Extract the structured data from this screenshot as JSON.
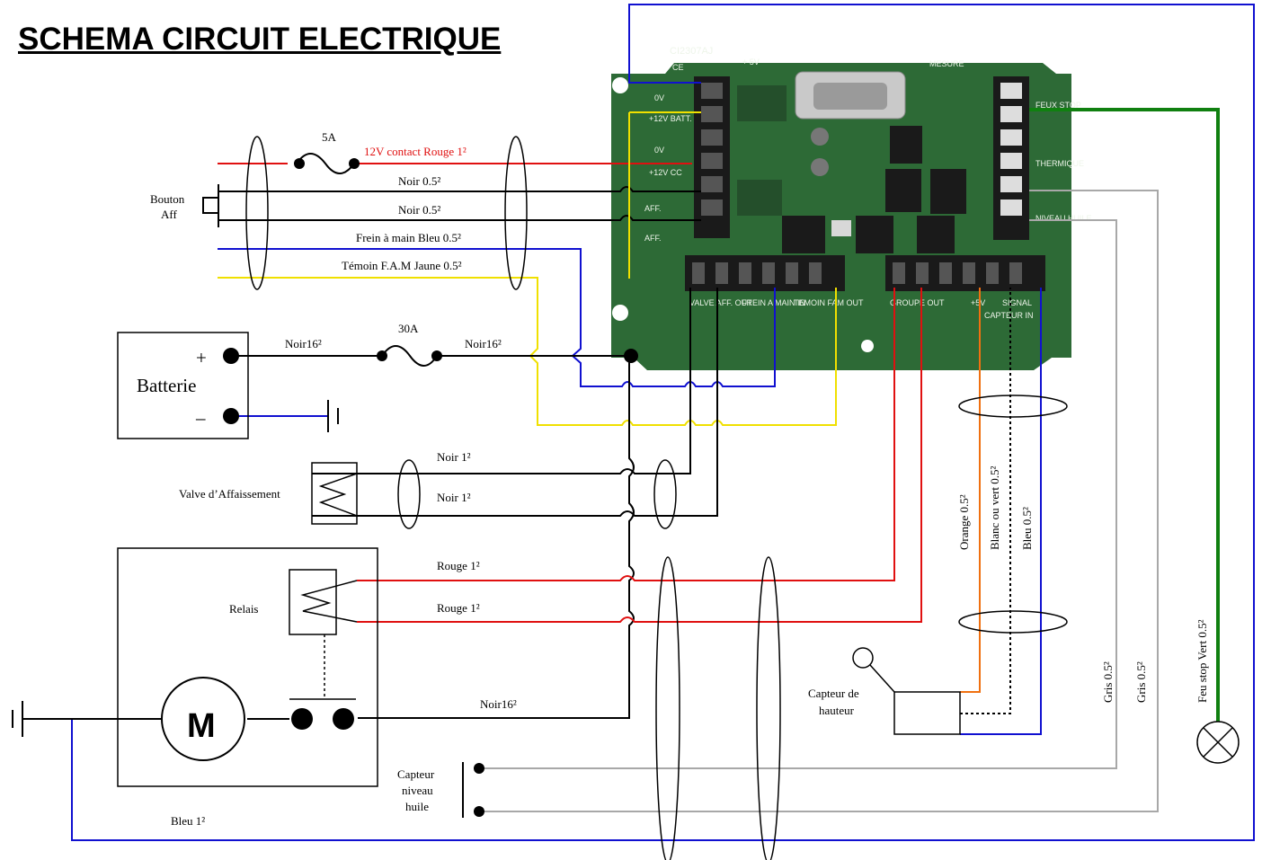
{
  "title": "SCHEMA CIRCUIT ELECTRIQUE",
  "colors": {
    "red": "#e01010",
    "black": "#000000",
    "blue": "#1010d0",
    "yellow": "#f0e000",
    "orange": "#f07010",
    "green": "#108010",
    "grey": "#a8a8a8",
    "pcb": "#2d6a36"
  },
  "board": {
    "model": "CI2307AJ",
    "ce": "CE",
    "plus5v": "+ 5V",
    "mesure": "MESURE",
    "left_labels": [
      "0V",
      "+12V BATT.",
      "0V",
      "+12V CC",
      "AFF.",
      "AFF."
    ],
    "right_labels": [
      "FEUX STOP",
      "THERMIQUE",
      "NIVEAU HUILE"
    ],
    "bottom_labels": [
      "VALVE AFF. OUT",
      "FREIN A MAIN IN",
      "TEMOIN FAM OUT",
      "GROUPE OUT",
      "CAPTEUR IN"
    ],
    "plus5v_bottom": "+5V",
    "signal": "SIGNAL"
  },
  "labels": {
    "fuse5": "5A",
    "contact": "12V contact  Rouge 1²",
    "bouton_line1": "Bouton",
    "bouton_line2": "Aff",
    "noir05_a": "Noir 0.5²",
    "noir05_b": "Noir 0.5²",
    "frein": "Frein à main  Bleu 0.5²",
    "temoin": "Témoin F.A.M  Jaune 0.5²",
    "batterie": "Batterie",
    "plus": "+",
    "minus": "–",
    "noir16_a": "Noir16²",
    "fuse30": "30A",
    "noir16_b": "Noir16²",
    "noir1_a": "Noir 1²",
    "noir1_b": "Noir 1²",
    "valve": "Valve d’Affaissement",
    "rouge1_a": "Rouge 1²",
    "rouge1_b": "Rouge 1²",
    "relais": "Relais",
    "motor": "M",
    "noir16_c": "Noir16²",
    "bleu1": "Bleu 1²",
    "capteur_niveau_1": "Capteur",
    "capteur_niveau_2": "niveau",
    "capteur_niveau_3": "huile",
    "capteur_hauteur_1": "Capteur de",
    "capteur_hauteur_2": "hauteur",
    "orange": "Orange 0.5²",
    "blanc_vert": "Blanc ou vert 0.5²",
    "bleu05": "Bleu 0.5²",
    "gris_a": "Gris 0.5²",
    "gris_b": "Gris 0.5²",
    "feu_stop": "Feu stop Vert 0.5²"
  }
}
